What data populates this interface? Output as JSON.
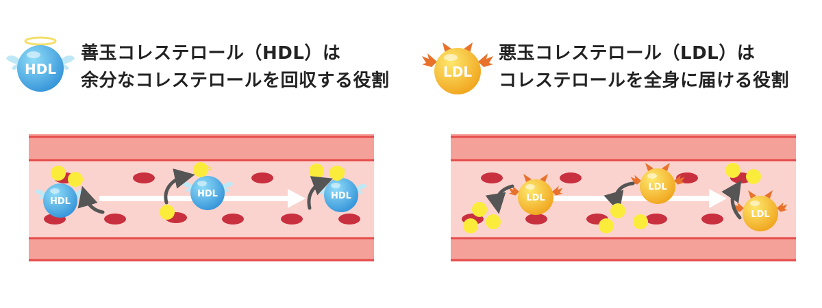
{
  "hdl": {
    "title_line1": "善玉コレステロール（HDL）は",
    "title_line2": "余分なコレステロールを回収する役割",
    "badge_label": "HDL",
    "ball_label": "HDL",
    "colors": {
      "body": "#3aa3e0",
      "body_light": "#7fd2f5",
      "wing": "#bfe8f7",
      "halo": "#f3de6a"
    }
  },
  "ldl": {
    "title_line1": "悪玉コレステロール（LDL）は",
    "title_line2": "コレステロールを全身に届ける役割",
    "badge_label": "LDL",
    "ball_label": "LDL",
    "colors": {
      "body": "#f2a51e",
      "body_light": "#fde16a",
      "wing": "#e8722c"
    }
  },
  "colors": {
    "vessel_wall": "#f4a19a",
    "vessel_border": "#e64b4b",
    "vessel_inner": "#fbd3ce",
    "blood_cell": "#c9303f",
    "cholesterol": "#fbec3c",
    "arrow_main": "#ffffff",
    "arrow_curve": "#555555"
  }
}
